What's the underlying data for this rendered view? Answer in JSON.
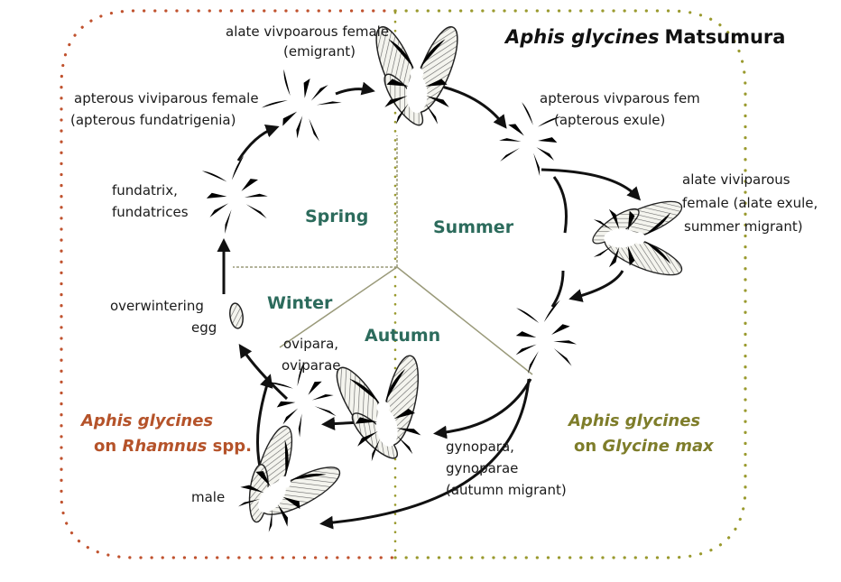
{
  "title": {
    "species": "Aphis glycines",
    "author": "Matsumura"
  },
  "seasons": {
    "spring": "Spring",
    "summer": "Summer",
    "autumn": "Autumn",
    "winter": "Winter"
  },
  "hosts": {
    "rhamnus": {
      "line1": "Aphis glycines",
      "line2_prefix": "on ",
      "line2_genus": "Rhamnus",
      "line2_suffix": " spp."
    },
    "glycine": {
      "line1": "Aphis glycines",
      "line2_prefix": "on ",
      "line2_genus": "Glycine max"
    }
  },
  "stages": {
    "alate_emigrant": [
      "alate vivpoarous female",
      "(emigrant)"
    ],
    "apterous_fundatrigenia": [
      "apterous viviparous female",
      "(apterous fundatrigenia)"
    ],
    "fundatrix": [
      "fundatrix,",
      "fundatrices"
    ],
    "egg": [
      "overwintering",
      "egg"
    ],
    "ovipara": [
      "ovipara,",
      "oviparae"
    ],
    "male": [
      "male"
    ],
    "apterous_exule": [
      "apterous vivparous fem",
      "(apterous exule)"
    ],
    "alate_exule": [
      "alate viviparous",
      "female (alate exule,",
      "summer migrant)"
    ],
    "gynopara": [
      "gynopara,",
      "gynoparae",
      "(autumn migrant)"
    ]
  },
  "colors": {
    "rhamnus_border": "#c0522e",
    "glycine_border": "#9a9a2e",
    "season_text": "#2c6b5c",
    "rhamnus_text": "#b5532a",
    "glycine_text": "#7e7d2a"
  },
  "icons": [
    "aphid-alate-icon",
    "aphid-apterous-icon",
    "egg-icon"
  ]
}
